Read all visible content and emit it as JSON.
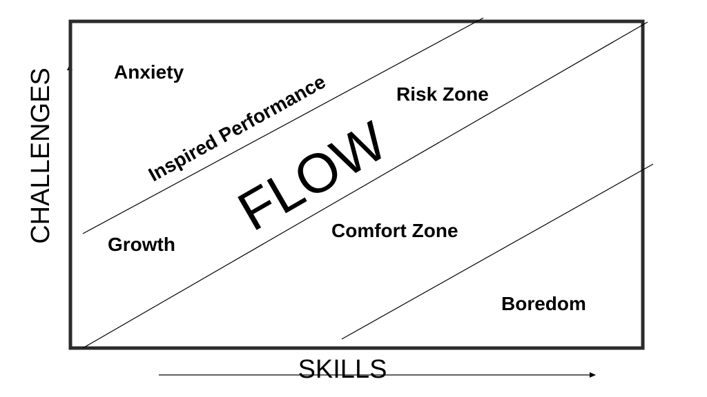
{
  "zones": {
    "anxiety": "Anxiety",
    "inspired_performance": "Inspired Performance",
    "risk_zone": "Risk Zone",
    "flow": "FLOW",
    "growth": "Growth",
    "comfort_zone": "Comfort Zone",
    "boredom": "Boredom"
  },
  "axes": {
    "y_label": "CHALLENGES",
    "x_label": "SKILLS"
  },
  "colors": {
    "ink": "#000000",
    "frame": "#2b2b2b",
    "background": "#ffffff"
  }
}
